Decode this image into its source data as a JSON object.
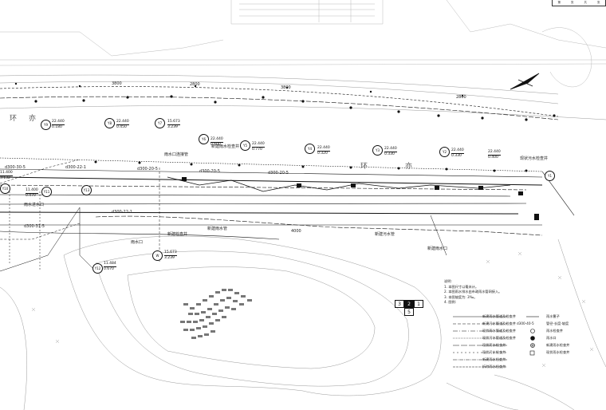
{
  "title_block": {
    "cells": [
      "第",
      "张",
      "共",
      "张"
    ]
  },
  "north_arrow": {
    "icon": "north-arrow-icon"
  },
  "dimensions": [
    "3800",
    "2800",
    "3800",
    "2800",
    "4000"
  ],
  "road_labels": [
    "环",
    "亦",
    "环",
    "亦"
  ],
  "nodes": [
    {
      "id": "Y9",
      "elev_top": "22.440",
      "elev_bottom": "0.180"
    },
    {
      "id": "Y8",
      "elev_top": "22.440",
      "elev_bottom": "0.450"
    },
    {
      "id": "Y7",
      "elev_top": "15.673",
      "elev_bottom": "3.239"
    },
    {
      "id": "Y6",
      "elev_top": "22.440",
      "elev_bottom": "0.600"
    },
    {
      "id": "Y5",
      "elev_top": "22.440",
      "elev_bottom": "0.770"
    },
    {
      "id": "Y4",
      "elev_top": "22.440",
      "elev_bottom": "0.320"
    },
    {
      "id": "Y3",
      "elev_top": "22.440",
      "elev_bottom": "0.330"
    },
    {
      "id": "Y2",
      "elev_top": "22.440",
      "elev_bottom": "0.330"
    },
    {
      "id": "Y1",
      "elev_top": "22.440",
      "elev_bottom": "0.400"
    },
    {
      "id": "Y10",
      "elev_top": "11.400",
      "elev_bottom": "3.132"
    },
    {
      "id": "Y11",
      "elev_top": "11.400",
      "elev_bottom": "0.470"
    },
    {
      "id": "Y12",
      "elev_top": "11.484",
      "elev_bottom": "0.670"
    },
    {
      "id": "Y13",
      "elev_top": "",
      "elev_bottom": ""
    },
    {
      "id": "W",
      "elev_top": "15.673",
      "elev_bottom": "3.239"
    }
  ],
  "pipe_labels": [
    "d300-30-5",
    "d300-22-1",
    "d300-20-5",
    "d300-20-5",
    "d300-20-5",
    "d300-22-1",
    "d300-31-5",
    "d300-40-5"
  ],
  "callouts": [
    "雨水口连接管",
    "新建雨水检查井",
    "新建雨水管",
    "新建检查井",
    "雨水口",
    "雨水进水口",
    "新建污水管",
    "现状污水检查井",
    "新建雨水口"
  ],
  "notes": {
    "heading": "说明:",
    "lines": [
      "1. 本图尺寸以毫米计。",
      "2. 本图雨水排水由市政雨水管网接入。",
      "3. 本图坡度为: 3‰。",
      "4. 图例:"
    ]
  },
  "legend_left": [
    "新建雨水管道及检查井",
    "新建污水管道及检查井",
    "现状雨水管道及检查井",
    "现状污水管道及检查井",
    "现状雨水检查井",
    "现状污水检查井",
    "新建雨水检查井",
    "拆除雨水检查井"
  ],
  "legend_right": [
    "雨水篦子",
    "管径-长度-坡度",
    "雨水检查井",
    "雨水口",
    "新建雨水检查井",
    "现状雨水检查井"
  ],
  "legend_right_code": "d300-40-5",
  "key_boxes": [
    "3",
    "2",
    "1",
    "5"
  ]
}
